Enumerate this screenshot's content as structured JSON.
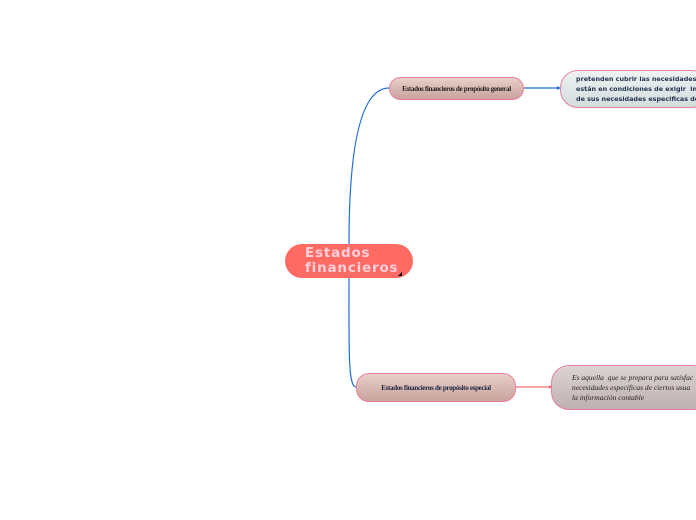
{
  "central": {
    "label": "Estados financieros"
  },
  "branches": [
    {
      "label": "Estados financieros de propósito general",
      "child": "pretenden cubrir las necesidades de \nestán en condiciones de exigir  inform\nde sus necesidades especificas de info"
    },
    {
      "label": "Estados financieros de propósito especial",
      "child": "Es aquella  que se prepara para satisfac\nnecesidades específicas de ciertos usua\nla información contable"
    }
  ],
  "colors": {
    "central": "#ff6b63",
    "connector_top": "#1f6fd8",
    "connector_bottom": "#f07070",
    "border": "#e77fa1"
  }
}
